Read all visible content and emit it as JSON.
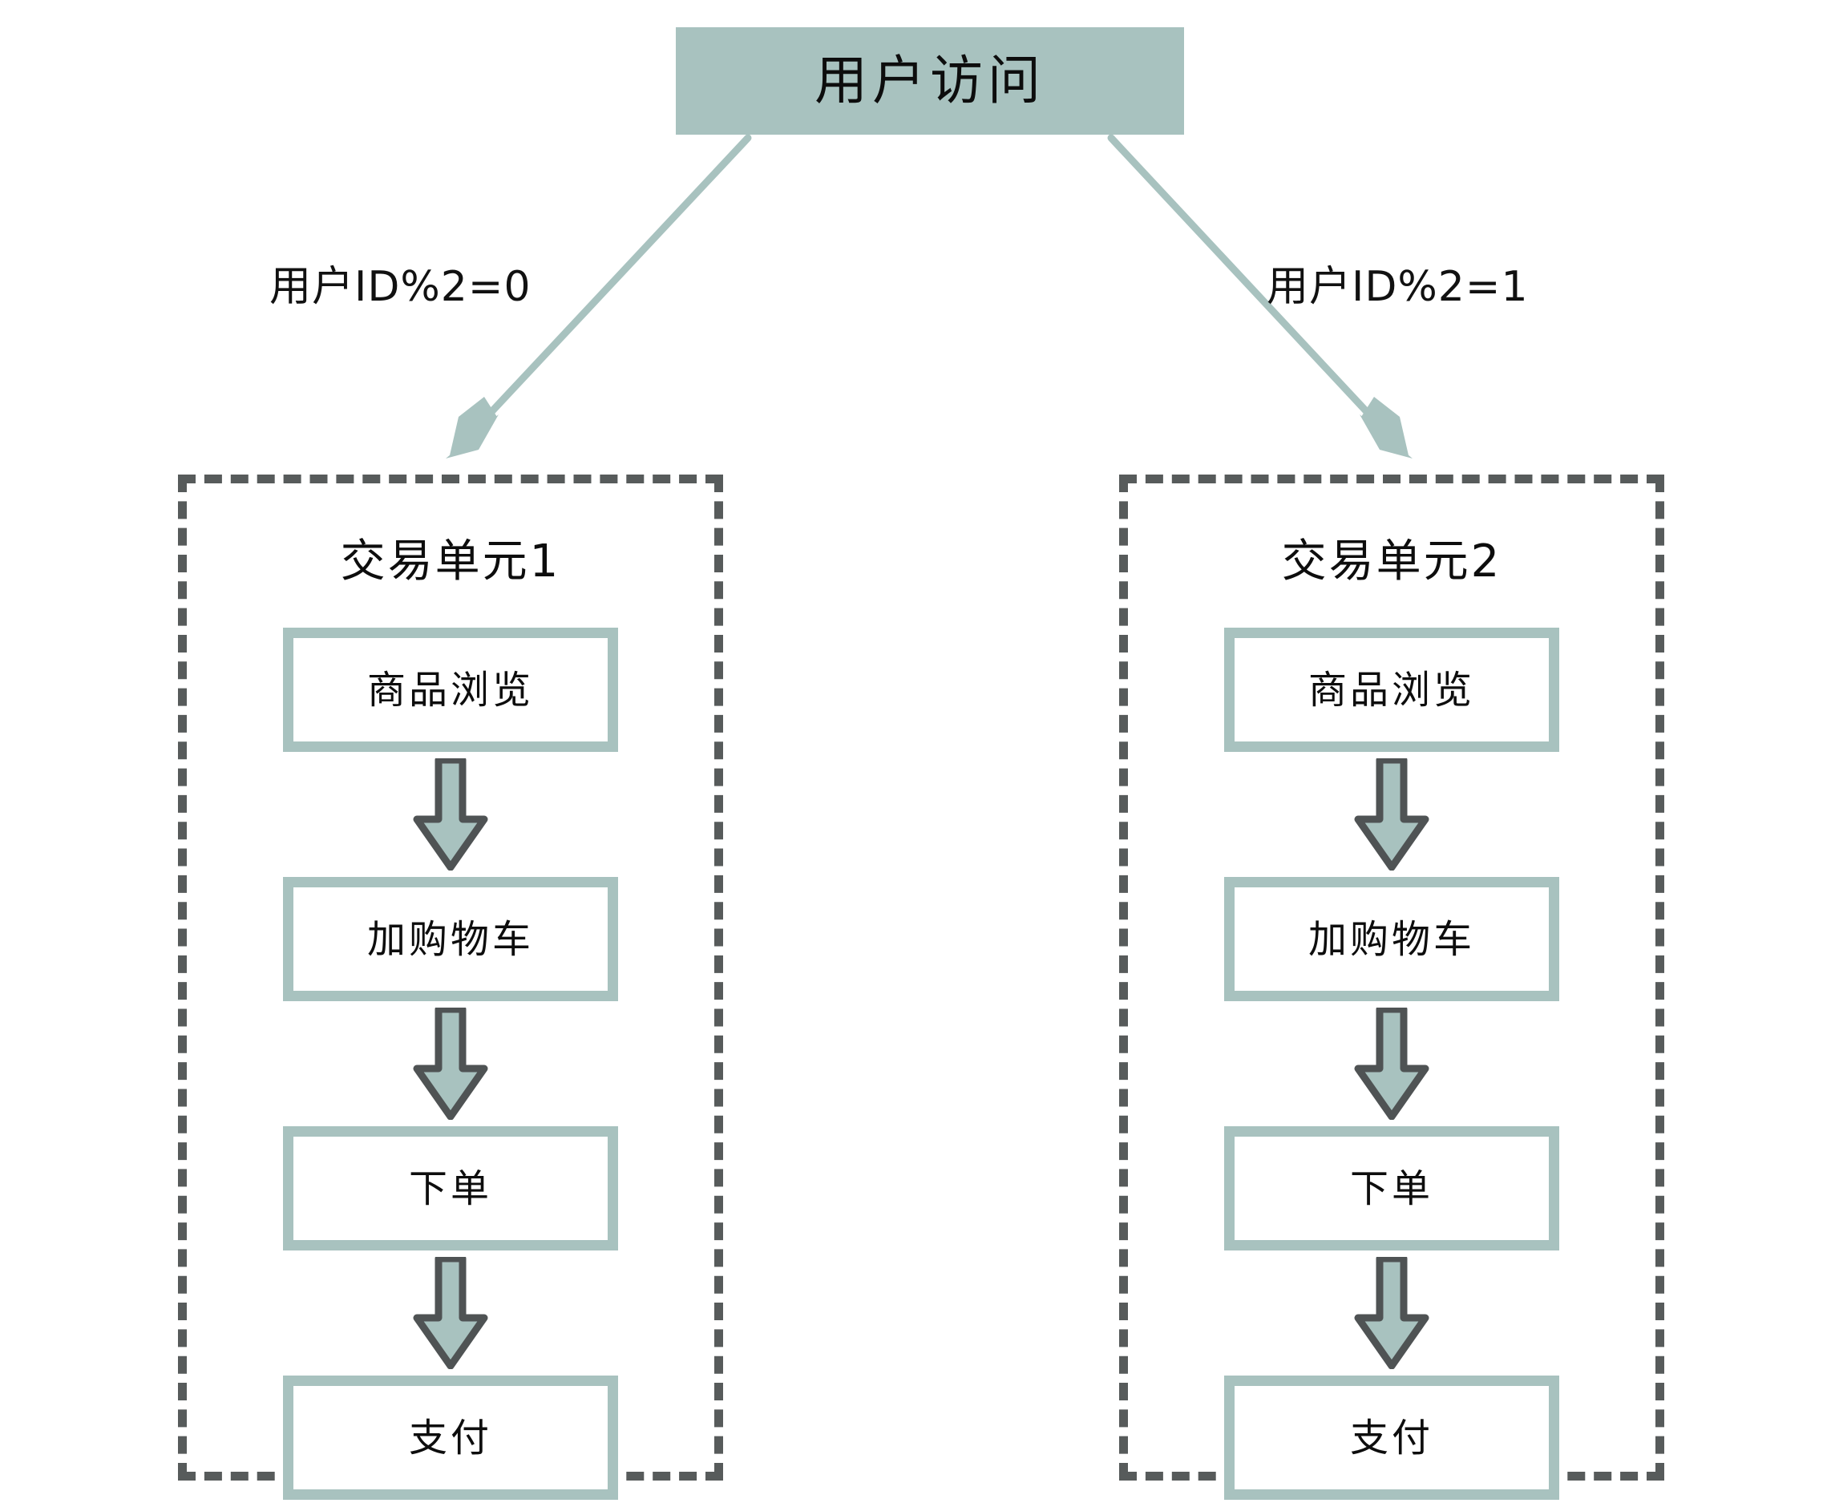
{
  "diagram": {
    "root": {
      "label": "用户访问",
      "fill": "#a8c2bf"
    },
    "branches": [
      {
        "label": "用户ID%2=0",
        "target": "交易单元1"
      },
      {
        "label": "用户ID%2=1",
        "target": "交易单元2"
      }
    ],
    "units": [
      {
        "title": "交易单元1",
        "steps": [
          {
            "label": "商品浏览"
          },
          {
            "label": "加购物车"
          },
          {
            "label": "下单"
          },
          {
            "label": "支付"
          }
        ]
      },
      {
        "title": "交易单元2",
        "steps": [
          {
            "label": "商品浏览"
          },
          {
            "label": "加购物车"
          },
          {
            "label": "下单"
          },
          {
            "label": "支付"
          }
        ]
      }
    ],
    "colors": {
      "accent": "#a8c2bf",
      "dashed_border": "#575b5b",
      "arrow_outline": "#4f5354",
      "text": "#0d0d0d",
      "background": "#ffffff"
    }
  }
}
